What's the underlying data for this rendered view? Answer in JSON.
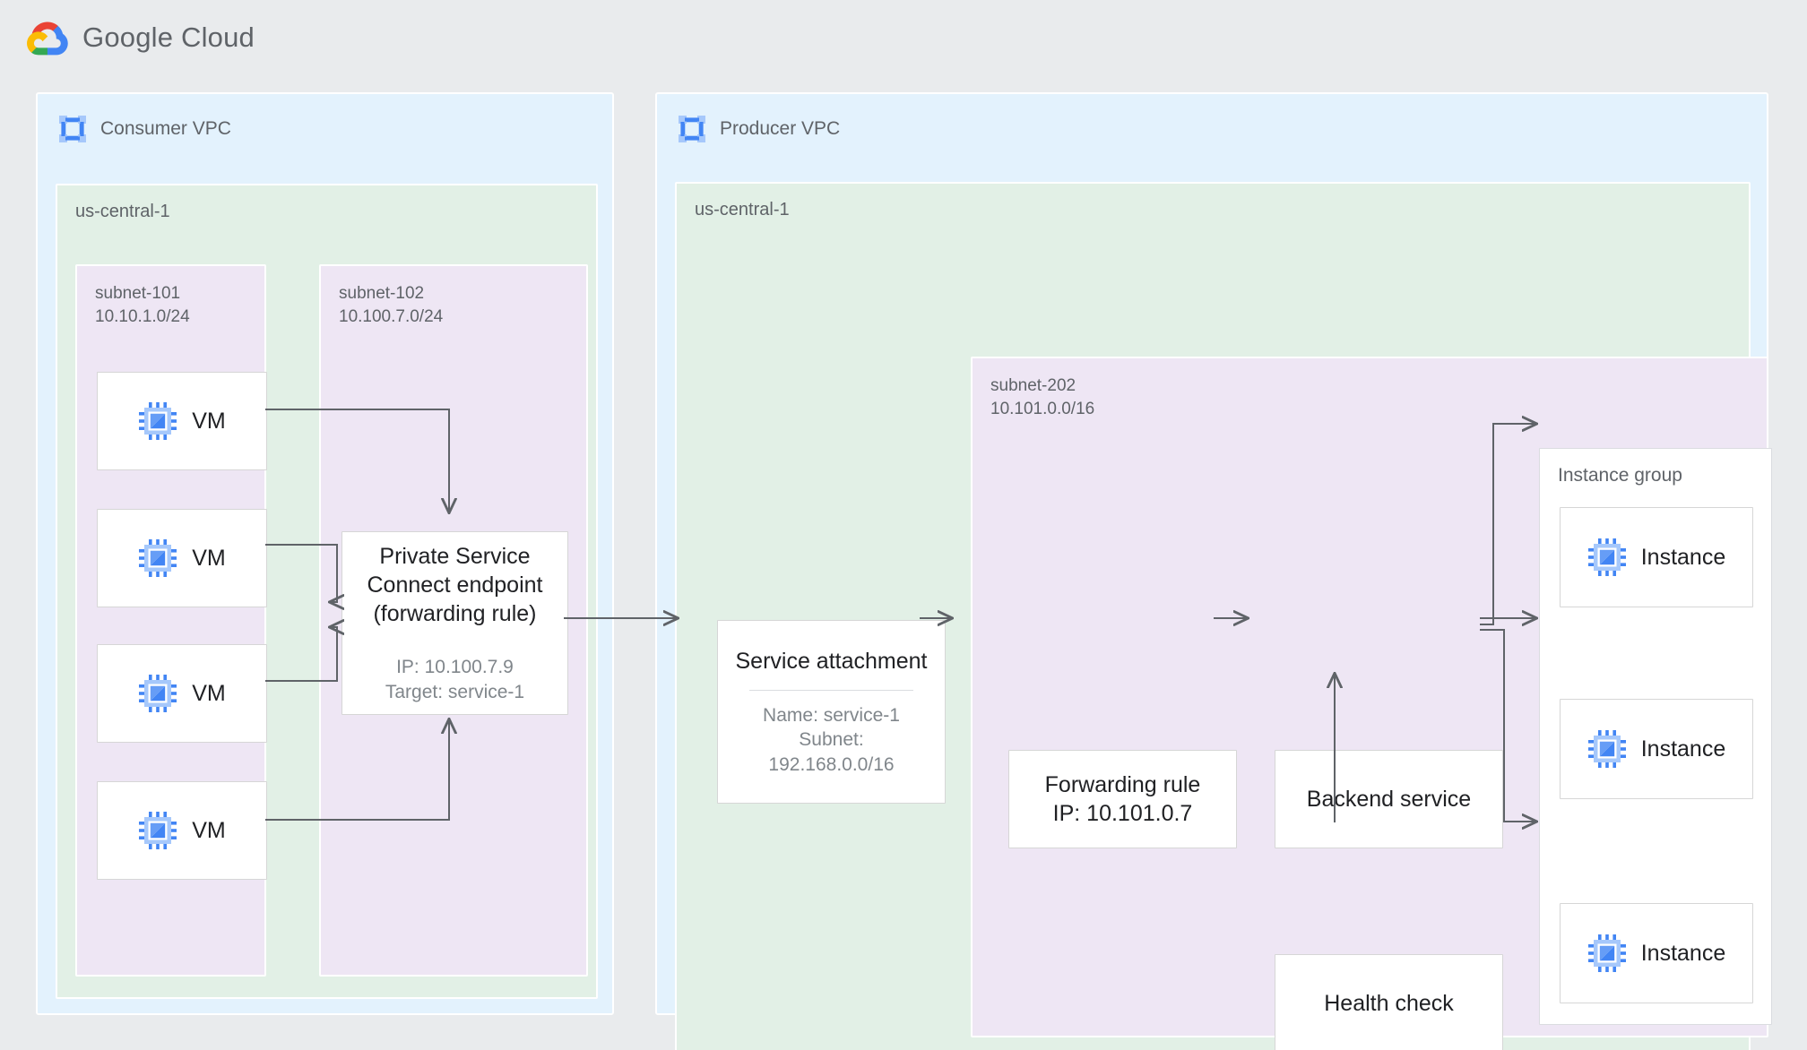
{
  "brand": {
    "name_bold": "Google",
    "name_light": " Cloud",
    "logo_icon": "google-cloud-logo"
  },
  "diagram": {
    "type": "network-architecture",
    "title": "Private Service Connect endpoint to published service"
  },
  "consumer_vpc": {
    "label": "Consumer VPC",
    "icon": "vpc-network-icon",
    "region": {
      "label": "us-central-1"
    },
    "subnets": [
      {
        "id": "subnet-101",
        "name": "subnet-101",
        "cidr": "10.10.1.0/24"
      },
      {
        "id": "subnet-102",
        "name": "subnet-102",
        "cidr": "10.100.7.0/24"
      }
    ],
    "vms": [
      {
        "label": "VM",
        "icon": "compute-instance-icon"
      },
      {
        "label": "VM",
        "icon": "compute-instance-icon"
      },
      {
        "label": "VM",
        "icon": "compute-instance-icon"
      },
      {
        "label": "VM",
        "icon": "compute-instance-icon"
      }
    ],
    "endpoint": {
      "title": "Private Service\nConnect endpoint\n(forwarding rule)",
      "details": "IP: 10.100.7.9\nTarget: service-1",
      "ip": "10.100.7.9",
      "target": "service-1"
    }
  },
  "producer_vpc": {
    "label": "Producer VPC",
    "icon": "vpc-network-icon",
    "region": {
      "label": "us-central-1"
    },
    "subnet": {
      "name": "subnet-202",
      "cidr": "10.101.0.0/16"
    },
    "service_attachment": {
      "title": "Service attachment",
      "details": "Name: service-1\nSubnet:\n192.168.0.0/16",
      "name": "service-1",
      "subnet": "192.168.0.0/16"
    },
    "forwarding_rule": {
      "title": "Forwarding rule\nIP: 10.101.0.7",
      "ip": "10.101.0.7"
    },
    "backend_service": {
      "title": "Backend service"
    },
    "health_check": {
      "title": "Health check"
    },
    "instance_group": {
      "label": "Instance group",
      "instances": [
        {
          "label": "Instance",
          "icon": "compute-instance-icon"
        },
        {
          "label": "Instance",
          "icon": "compute-instance-icon"
        },
        {
          "label": "Instance",
          "icon": "compute-instance-icon"
        }
      ]
    }
  },
  "colors": {
    "page_background": "#e9ebed",
    "vpc_fill": "#e3f2fd",
    "region_fill": "#e2f0e6",
    "subnet_fill": "#eee6f4",
    "node_fill": "#ffffff",
    "node_border": "#d6d6d6",
    "connector": "#5f6368",
    "text_primary": "#202124",
    "text_secondary": "#5f6368",
    "text_muted": "#80868b",
    "icon_blue": "#4285f4",
    "icon_blue_light": "#a6c8fb"
  },
  "connections": [
    {
      "from": "vm-1",
      "to": "psc-endpoint",
      "style": "orthogonal-top"
    },
    {
      "from": "vm-2",
      "to": "psc-endpoint",
      "style": "orthogonal-left"
    },
    {
      "from": "vm-3",
      "to": "psc-endpoint",
      "style": "orthogonal-left"
    },
    {
      "from": "vm-4",
      "to": "psc-endpoint",
      "style": "orthogonal-bottom"
    },
    {
      "from": "psc-endpoint",
      "to": "service-attachment",
      "style": "straight"
    },
    {
      "from": "service-attachment",
      "to": "forwarding-rule",
      "style": "straight"
    },
    {
      "from": "forwarding-rule",
      "to": "backend-service",
      "style": "straight"
    },
    {
      "from": "health-check",
      "to": "backend-service",
      "style": "vertical-up"
    },
    {
      "from": "backend-service",
      "to": "instance-1",
      "style": "orthogonal-up"
    },
    {
      "from": "backend-service",
      "to": "instance-2",
      "style": "straight"
    },
    {
      "from": "backend-service",
      "to": "instance-3",
      "style": "orthogonal-down"
    }
  ]
}
